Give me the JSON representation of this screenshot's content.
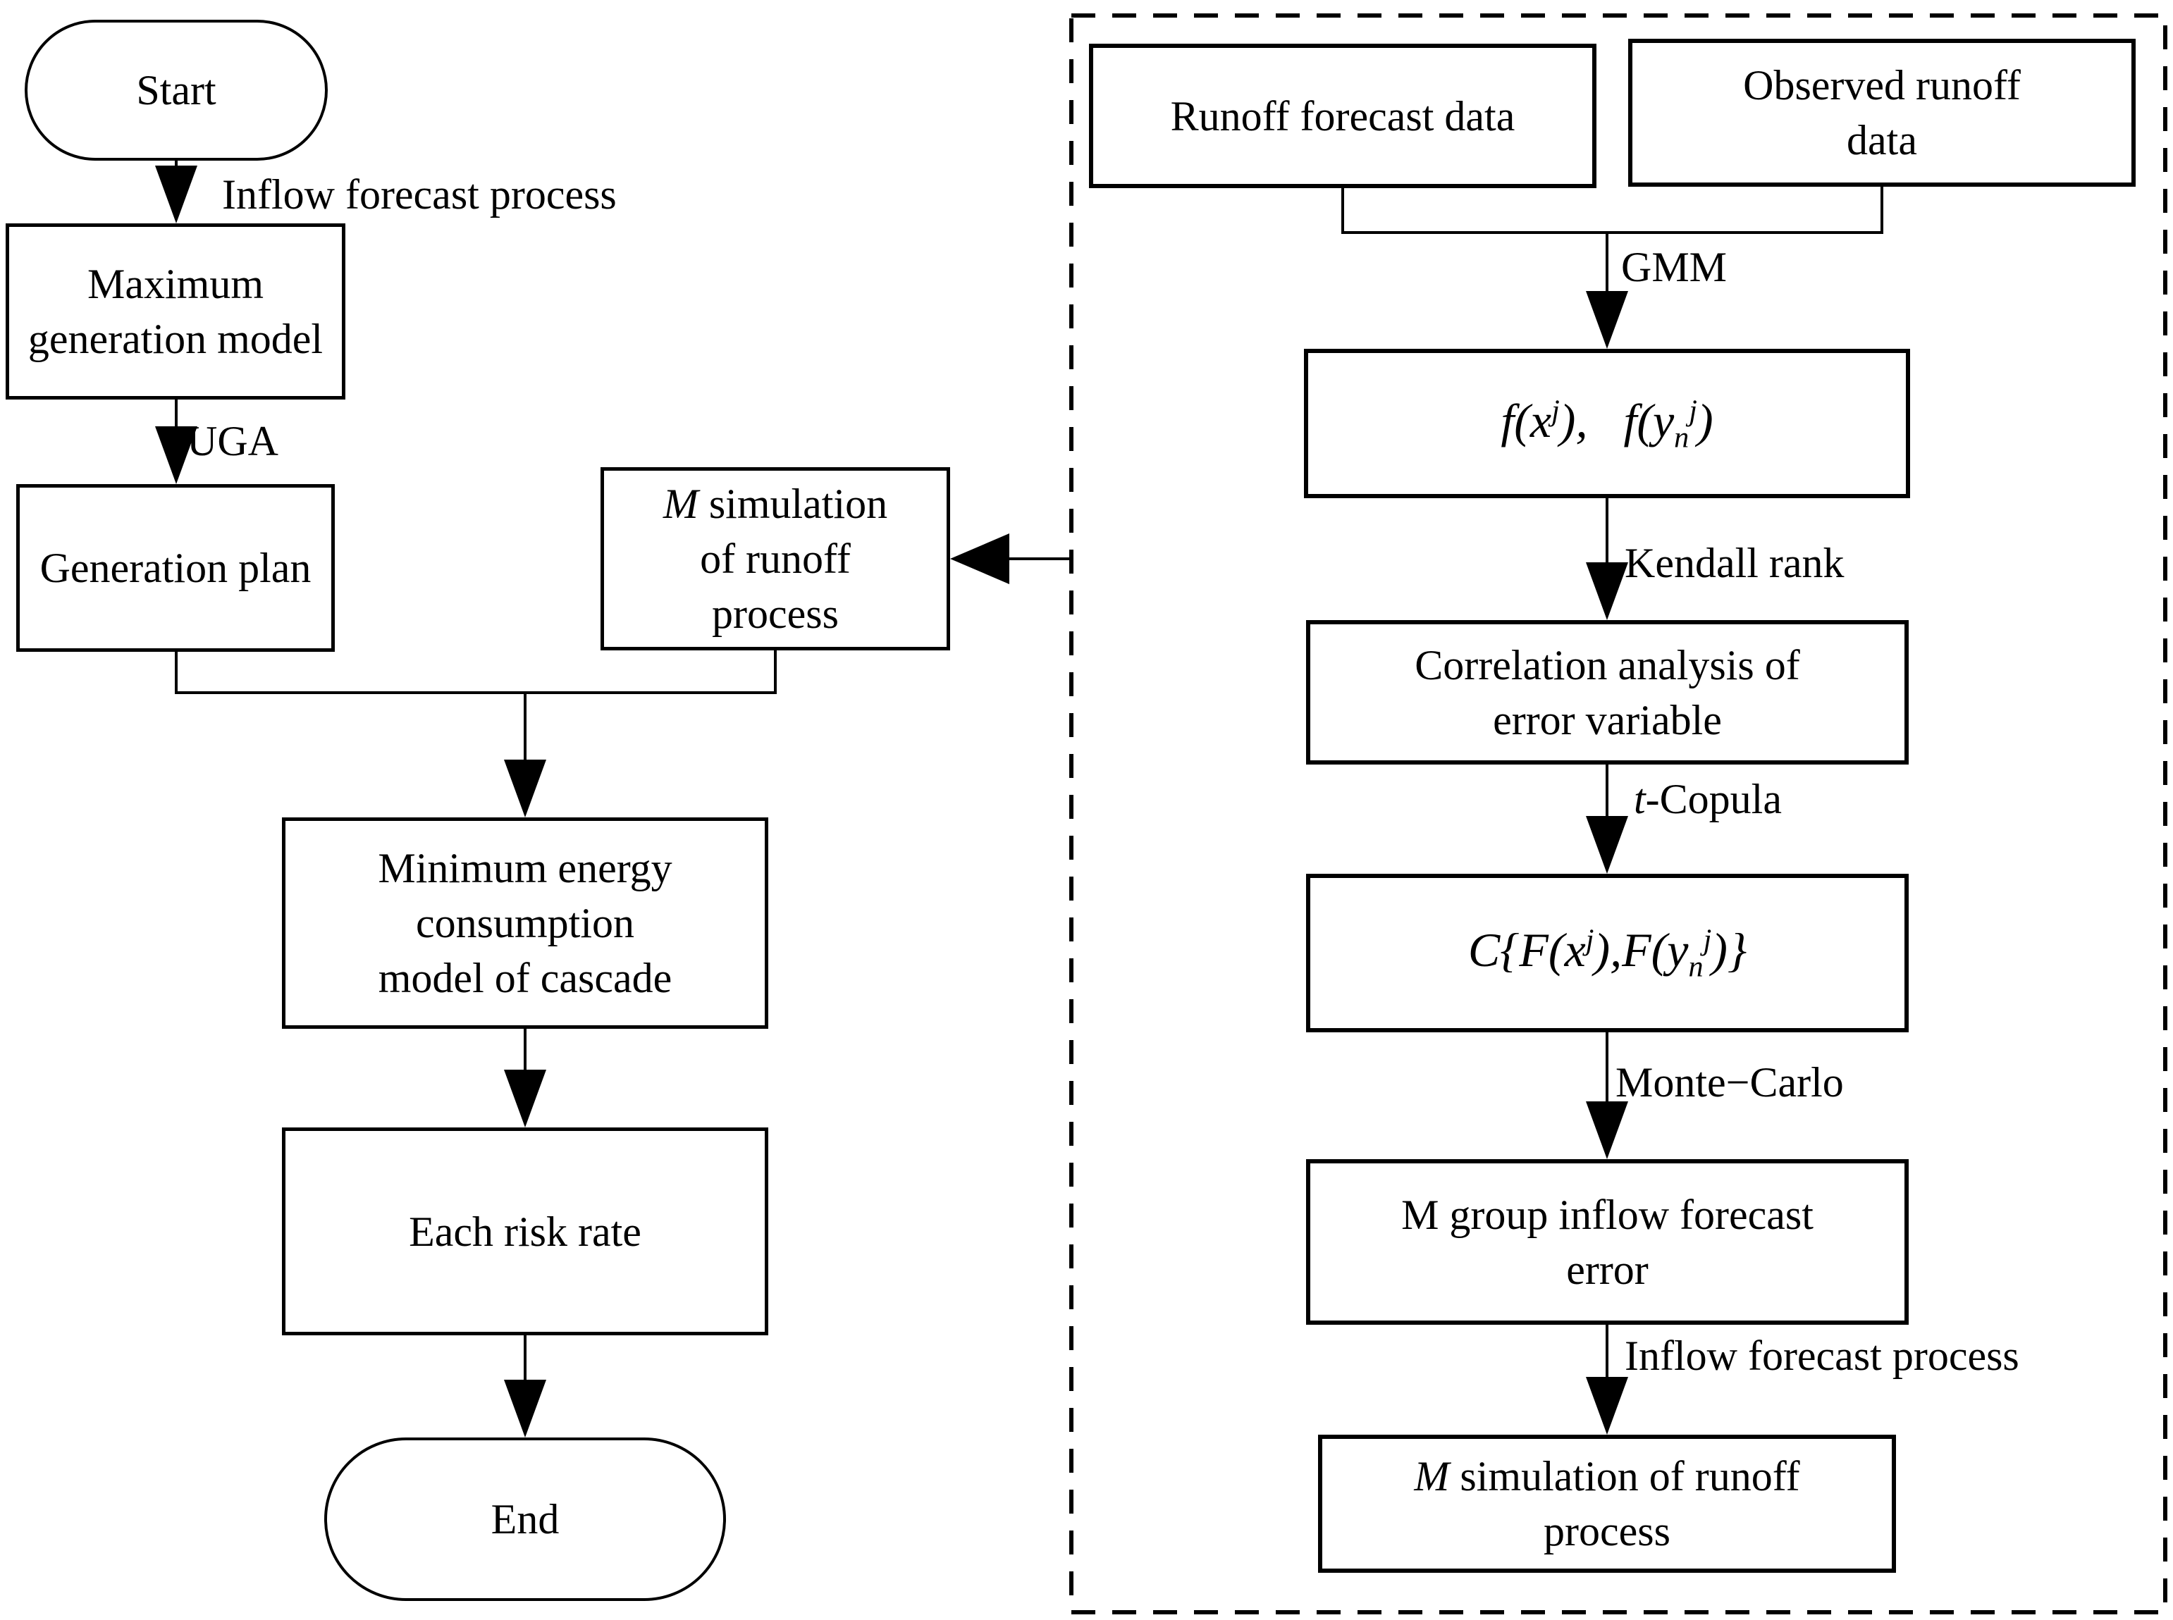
{
  "diagram": {
    "left": {
      "start": "Start",
      "inflow_label": "Inflow forecast process",
      "max_generation": "Maximum\ngeneration model",
      "uga_label": "UGA",
      "generation_plan": "Generation plan",
      "m_sim_prefix": "M",
      "m_sim_rest": " simulation\nof runoff\nprocess",
      "min_energy": "Minimum energy\nconsumption\nmodel of cascade",
      "each_risk": "Each risk rate",
      "end": "End"
    },
    "right": {
      "runoff_forecast": "Runoff forecast data",
      "observed_runoff": "Observed runoff\ndata",
      "gmm_label": "GMM",
      "f_p1": "f(x",
      "f_sup1": "j",
      "f_p2": "),  f(y",
      "f_sub": "n",
      "f_sup2": "j",
      "f_p3": ")",
      "kendall_label": "Kendall rank",
      "correlation": "Correlation analysis of\nerror variable",
      "t_prefix": "t",
      "t_rest": "-Copula",
      "c_p1": "C{F(x",
      "c_sup1": "j",
      "c_p2": "),F(y",
      "c_sub": "n",
      "c_sup2": "j",
      "c_p3": ")}",
      "monte_label": "Monte−Carlo",
      "m_group": "M group inflow forecast\nerror",
      "inflow_label": "Inflow forecast process",
      "m_sim_prefix": "M",
      "m_sim_rest": " simulation of runoff\nprocess"
    },
    "colors": {
      "line": "#000000",
      "background": "#ffffff"
    }
  }
}
